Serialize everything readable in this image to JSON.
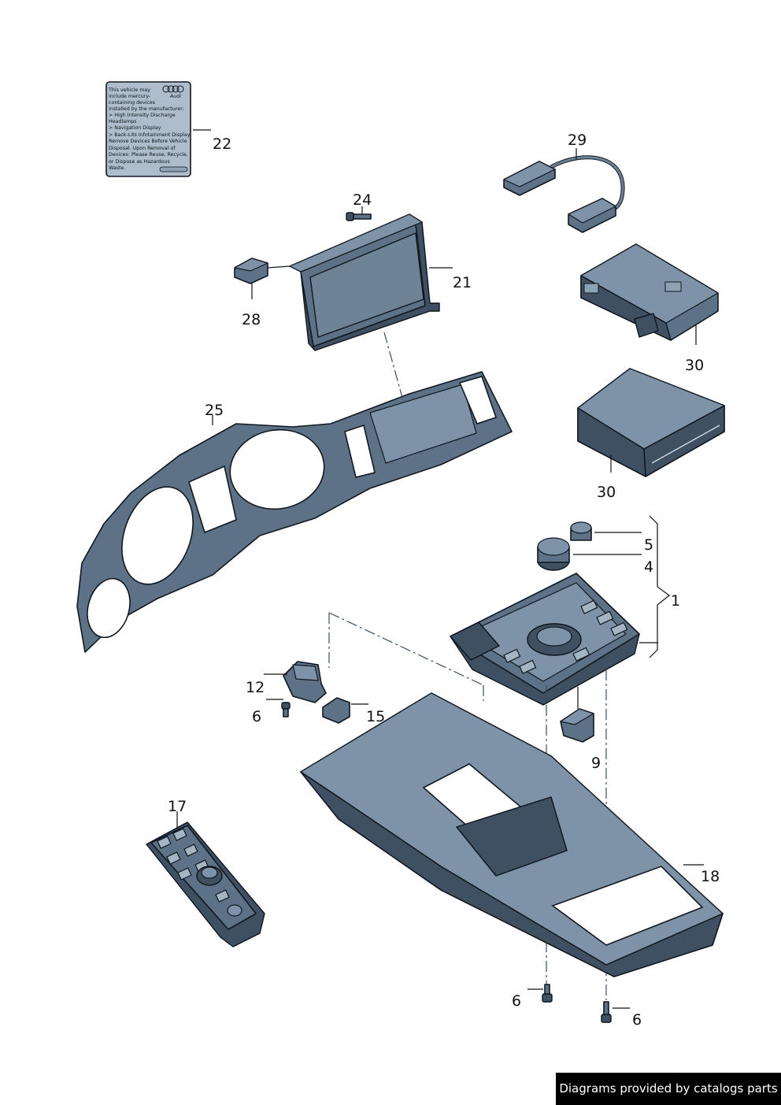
{
  "callouts": {
    "c1": "1",
    "c4": "4",
    "c5": "5",
    "c6a": "6",
    "c6b": "6",
    "c6c": "6",
    "c9": "9",
    "c12": "12",
    "c15": "15",
    "c17": "17",
    "c18": "18",
    "c21": "21",
    "c22": "22",
    "c24": "24",
    "c25": "25",
    "c28": "28",
    "c29": "29",
    "c30a": "30",
    "c30b": "30"
  },
  "sticker": {
    "lines": [
      "This vehicle may",
      "include mercury-",
      "containing devices",
      "installed by the manufacturer:",
      "> High Intensity Discharge",
      "   Headlamps",
      "> Navigation Display",
      "> Back-Lits Infotainment Display",
      "Remove Devices Before Vehicle",
      "Disposal. Upon Removal of",
      "Devices: Please Reuse, Recycle,",
      "or Dispose as Hazardous",
      "Waste."
    ],
    "brand": "Audi"
  },
  "attribution": "Diagrams provided by catalogs parts"
}
